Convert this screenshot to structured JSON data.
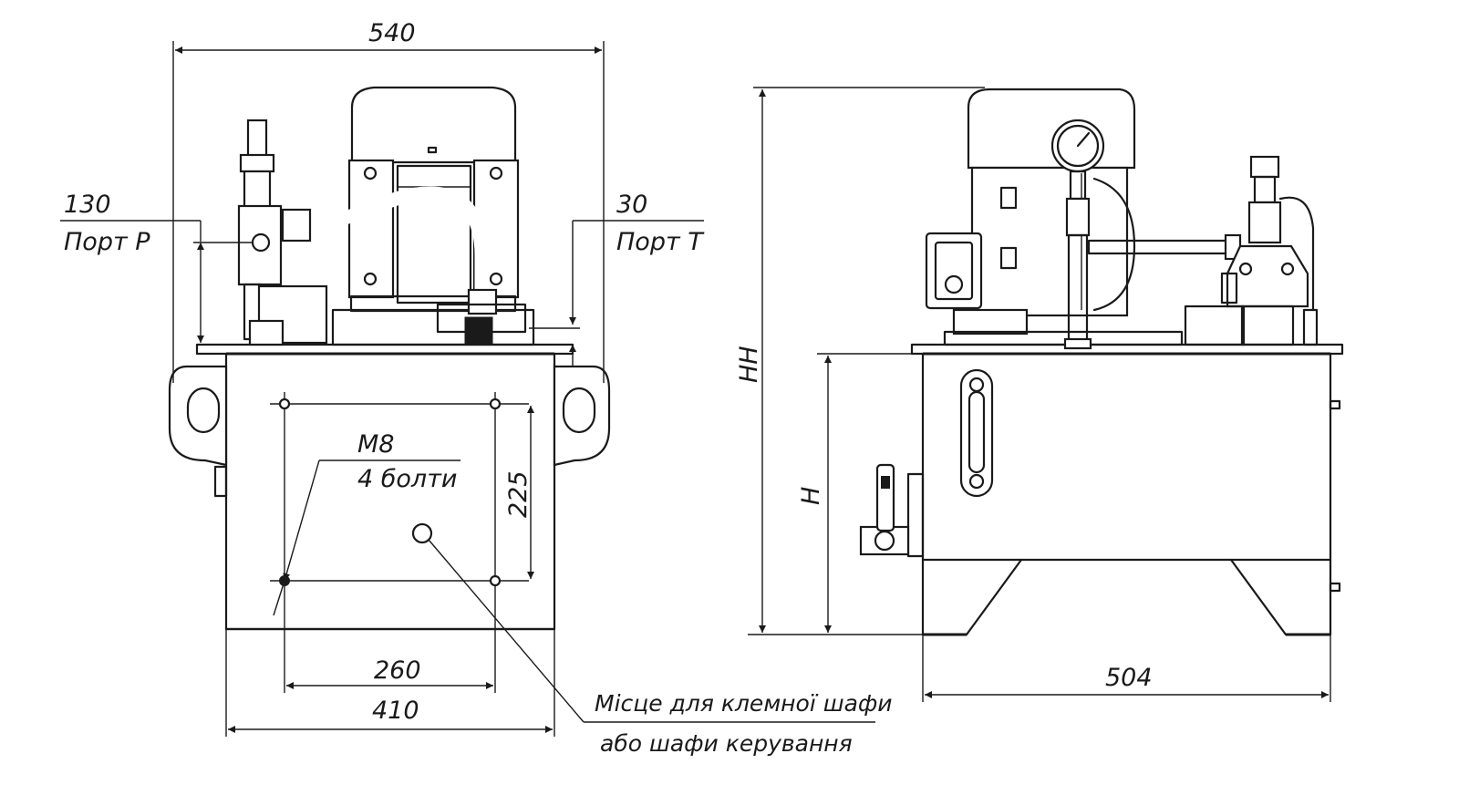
{
  "dimensions": {
    "overall_width": "540",
    "port_p_offset": "130",
    "port_p_label": "Порт P",
    "port_t_offset": "30",
    "port_t_label": "Порт T",
    "bolt_size": "M8",
    "bolt_count": "4 болти",
    "bolt_spacing_vertical": "225",
    "bolt_spacing_horizontal": "260",
    "base_width": "410",
    "side_width": "504",
    "overall_height": "HH",
    "tank_height": "H"
  },
  "notes": {
    "cabinet_line1": "Місце для клемної шафи",
    "cabinet_line2": "або шафи керування"
  }
}
